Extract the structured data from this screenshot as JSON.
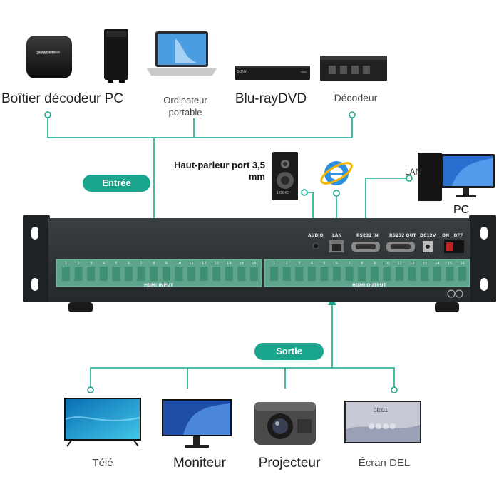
{
  "inputs": [
    {
      "label": "Boîtier décodeur PC",
      "icon": "tv-box-icon"
    },
    {
      "label": "Ordinateur\nportable",
      "icon": "laptop-icon"
    },
    {
      "label": "Blu-rayDVD",
      "icon": "bluray-player-icon"
    },
    {
      "label": "Décodeur",
      "icon": "decoder-icon"
    }
  ],
  "speaker_label": "Haut-parleur port 3,5\nmm",
  "speaker_brand": "LOGIC",
  "pc_label": "PC",
  "lan_label": "LAN",
  "entree_label": "Entrée",
  "sortie_label": "Sortie",
  "tvbox_brand": "SKYWORTH",
  "bluray_brand": "SONY",
  "device": {
    "audio_label": "AUDIO",
    "lan_port_label": "LAN",
    "rs232_in_label": "RS232 IN",
    "rs232_out_label": "RS232 OUT",
    "dc_label": "DC12V",
    "switch_label": "ON   OFF",
    "hdmi_input_label": "HDMI INPUT",
    "hdmi_output_label": "HDMI OUTPUT",
    "port_numbers": [
      "1",
      "2",
      "3",
      "4",
      "5",
      "6",
      "7",
      "8",
      "9",
      "10",
      "11",
      "12",
      "13",
      "14",
      "15",
      "16"
    ]
  },
  "outputs": [
    {
      "label": "Télé",
      "icon": "tv-icon"
    },
    {
      "label": "Moniteur",
      "icon": "monitor-icon"
    },
    {
      "label": "Projecteur",
      "icon": "projector-icon"
    },
    {
      "label": "Écran DEL",
      "icon": "led-screen-icon"
    }
  ],
  "led_screen_time": "08:01",
  "colors": {
    "accent": "#1aa68c",
    "device": "#2f3336",
    "hdmi_port": "#3e8f74"
  }
}
